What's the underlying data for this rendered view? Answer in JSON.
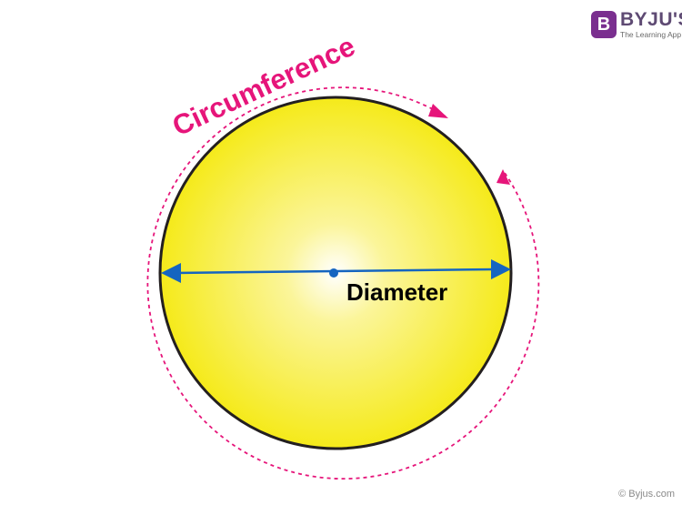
{
  "diagram": {
    "labels": {
      "circumference": "Circumference",
      "diameter": "Diameter"
    },
    "colors": {
      "circle_fill_outer": "#f5ea1a",
      "circle_fill_center": "#ffffff",
      "circle_outline": "#231f20",
      "diameter_line": "#1565c0",
      "circumference_arrow": "#e6157a",
      "circumference_label": "#e6157a",
      "diameter_label": "#000000"
    }
  },
  "branding": {
    "logo_mark": "B",
    "logo_name": "BYJU'S",
    "logo_tagline": "The Learning App",
    "copyright": "© Byjus.com",
    "colors": {
      "logo_badge": "#7a2f8f",
      "logo_text": "#5e4a73"
    }
  }
}
